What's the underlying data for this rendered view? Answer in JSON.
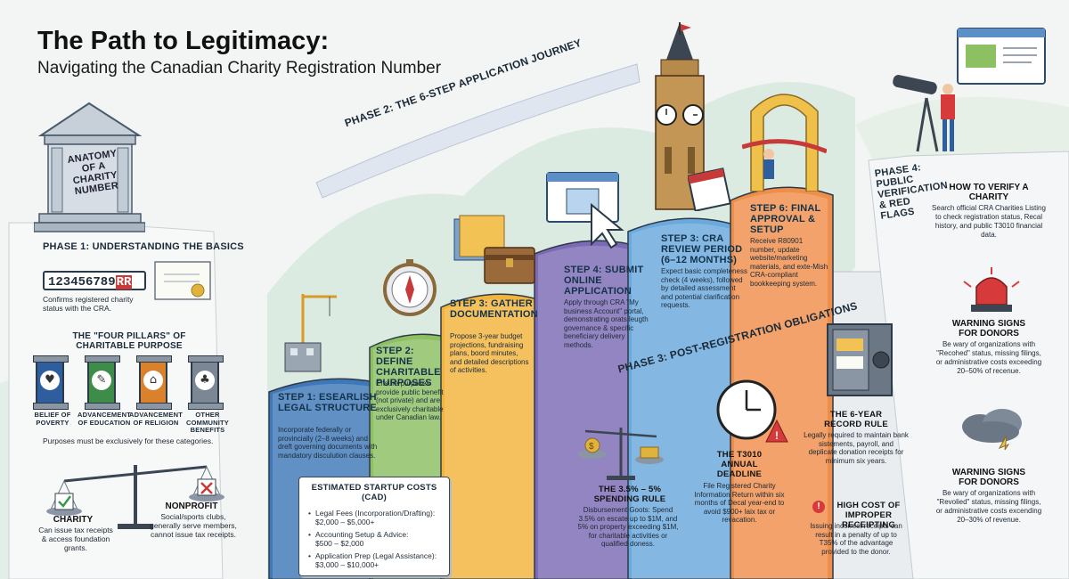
{
  "header": {
    "title": "The Path to Legitimacy:",
    "subtitle": "Navigating the Canadian Charity Registration Number"
  },
  "anatomy": {
    "label_lines": [
      "ANATOMY",
      "OF A",
      "CHARITY",
      "NUMBER"
    ]
  },
  "phase1": {
    "heading": "PHASE 1: UNDERSTANDING THE BASICS",
    "number": "123456789",
    "number_suffix": "RR",
    "number_caption": "Confirms registered charity status with the CRA.",
    "pillars_title": "THE \"FOUR PILLARS\" OF CHARITABLE PURPOSE",
    "pillars": [
      {
        "label": "BELIEF OF POVERTY",
        "color": "#2f5e9e"
      },
      {
        "label": "ADVANCEMENT OF EDUCATION",
        "color": "#3d8c4a"
      },
      {
        "label": "ADVANCEMENT OF RELIGION",
        "color": "#d9812b"
      },
      {
        "label": "OTHER COMMUNITY BENEFITS",
        "color": "#7b8794"
      }
    ],
    "pillars_note": "Purposes must be exclusively for these categories.",
    "charity_title": "CHARITY",
    "charity_text": "Can issue tax receipts & access foundation grants.",
    "nonprofit_title": "NONPROFIT",
    "nonprofit_text": "Social/sports clubs, generally serve members, cannot issue tax receipts."
  },
  "phase2": {
    "banner": "PHASE 2: THE 6-STEP APPLICATION JOURNEY",
    "steps": [
      {
        "title": "STEP 1: ESEARLISH LEGAL STRUCTURE",
        "body": "Incorporate federally or provincially (2–8 weeks) and dreft governing documents with mandatory disculution clauses.",
        "color": "#3f78b8"
      },
      {
        "title": "STEP 2: DEFINE CHARITABLE PURPOSES",
        "body": "Ensure purposes provide public benefit (not private) and are exclusively charitable under Canadian law.",
        "color": "#8cc063"
      },
      {
        "title": "STEP 3: GATHER DOCUMENTATION",
        "body": "Propose 3-year budget projections, fundraising plans, boord minutes, and detailed descriptions of activities.",
        "color": "#f3b43c"
      },
      {
        "title": "STEP 4: SUBMIT ONLINE APPLICATION",
        "body": "Apply through CRA \"My business Account\" portal, demonstrating orats leugth governance & specific beneficiary delivery methods.",
        "color": "#7c6bb4"
      },
      {
        "title": "STEP 3: CRA REVIEW PERIOD (6–12 MONTHS)",
        "body": "Expect basic completeness check (4 weeks), followed by detailed assessment and potential clarification requests.",
        "color": "#6aa9dd"
      },
      {
        "title": "STEP 6: FINAL APPROVAL & SETUP",
        "body": "Receive R80901 number, update website/marketing materials, and exte-Mish CRA-compliant bookkeeping system.",
        "color": "#ef8e4a"
      }
    ],
    "costs_title": "ESTIMATED STARTUP COSTS (CAD)",
    "costs": [
      {
        "label": "Legal Fees (Incorporation/Drafting):",
        "value": "$2,000 – $5,000+"
      },
      {
        "label": "Accounting Setup & Advice:",
        "value": "$500 – $2,000"
      },
      {
        "label": "Application Prep (Legal Assistance):",
        "value": "$3,000 – $10,000+"
      }
    ]
  },
  "phase3": {
    "banner": "PHASE 3: POST-REGISTRATION OBLIGATIONS",
    "items": [
      {
        "title": "THE 3.5% – 5% SPENDING RULE",
        "body": "Disbursement Goots: Spend 3.5% on escate up to $1M, and 5% on property exceeding $1M, for charitable activities or qualified doness."
      },
      {
        "title": "THE T3010 ANNUAL DEADLINE",
        "body": "File Registered Charity Information Return within six months of Decal year-end to avoid $900+ laix tax or revacation."
      },
      {
        "title": "THE 6-YEAR RECORD RULE",
        "body": "Legally required to maintain bank sistements, payroll, and deplicate donation receipts for minimum six years."
      },
      {
        "title": "HIGH COST OF IMPROPER RECEIPTING",
        "body": "Issuing incorrect receipts can result in a penalty of up to T35% of the advantage provided to the donor."
      }
    ]
  },
  "phase4": {
    "banner": "PHASE 4: PUBLIC VERIFICATION & RED FLAGS",
    "verify_title": "HOW TO VERIFY A CHARITY",
    "verify_text": "Search official CRA Charities Listing to check registration status, Recal history, and public T3010 financial data.",
    "warn1_title": "WARNING SIGNS FOR DONORS",
    "warn1_text": "Be wary of organizations with \"Recohed\" status, missing filings, or administrative costs exceeding 20–50% of recenue.",
    "warn2_title": "WARNING SIGNS FOR DONORS",
    "warn2_text": "Be wary of organizations with \"Revolied\" status, missing filings, or administrative costs excending 20–30% of revenue."
  }
}
